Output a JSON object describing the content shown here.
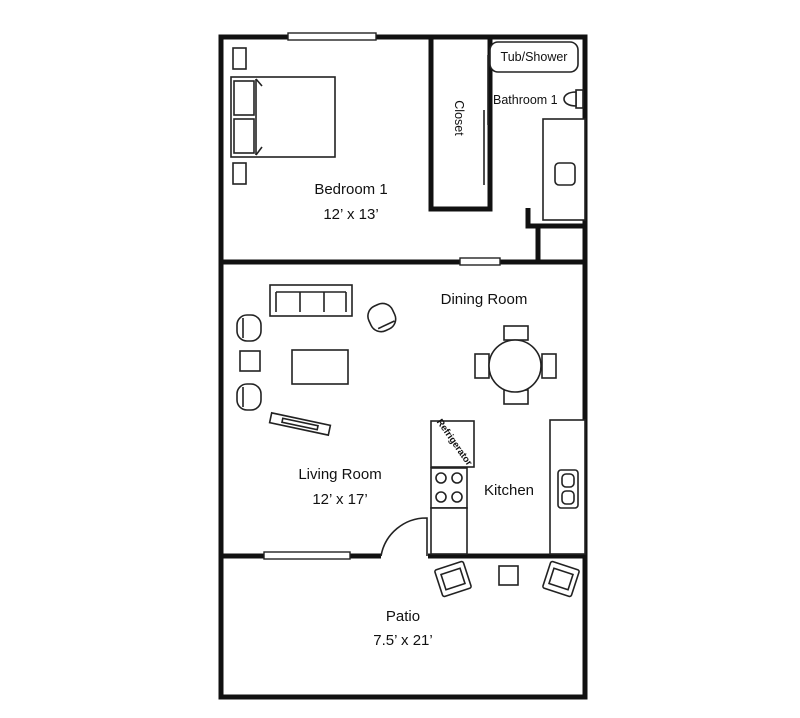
{
  "rooms": {
    "bedroom": {
      "name": "Bedroom 1",
      "size": "12’ x 13’"
    },
    "closet": {
      "name": "Closet"
    },
    "bathroom": {
      "name": "Bathroom 1",
      "fixture": "Tub/Shower"
    },
    "dining": {
      "name": "Dining Room"
    },
    "living": {
      "name": "Living Room",
      "size": "12’ x 17’"
    },
    "kitchen": {
      "name": "Kitchen",
      "appliance": "Refrigerator"
    },
    "patio": {
      "name": "Patio",
      "size": "7.5’ x 21’"
    }
  },
  "colors": {
    "wall": "#111111",
    "fixture": "#222222",
    "background": "#ffffff"
  }
}
